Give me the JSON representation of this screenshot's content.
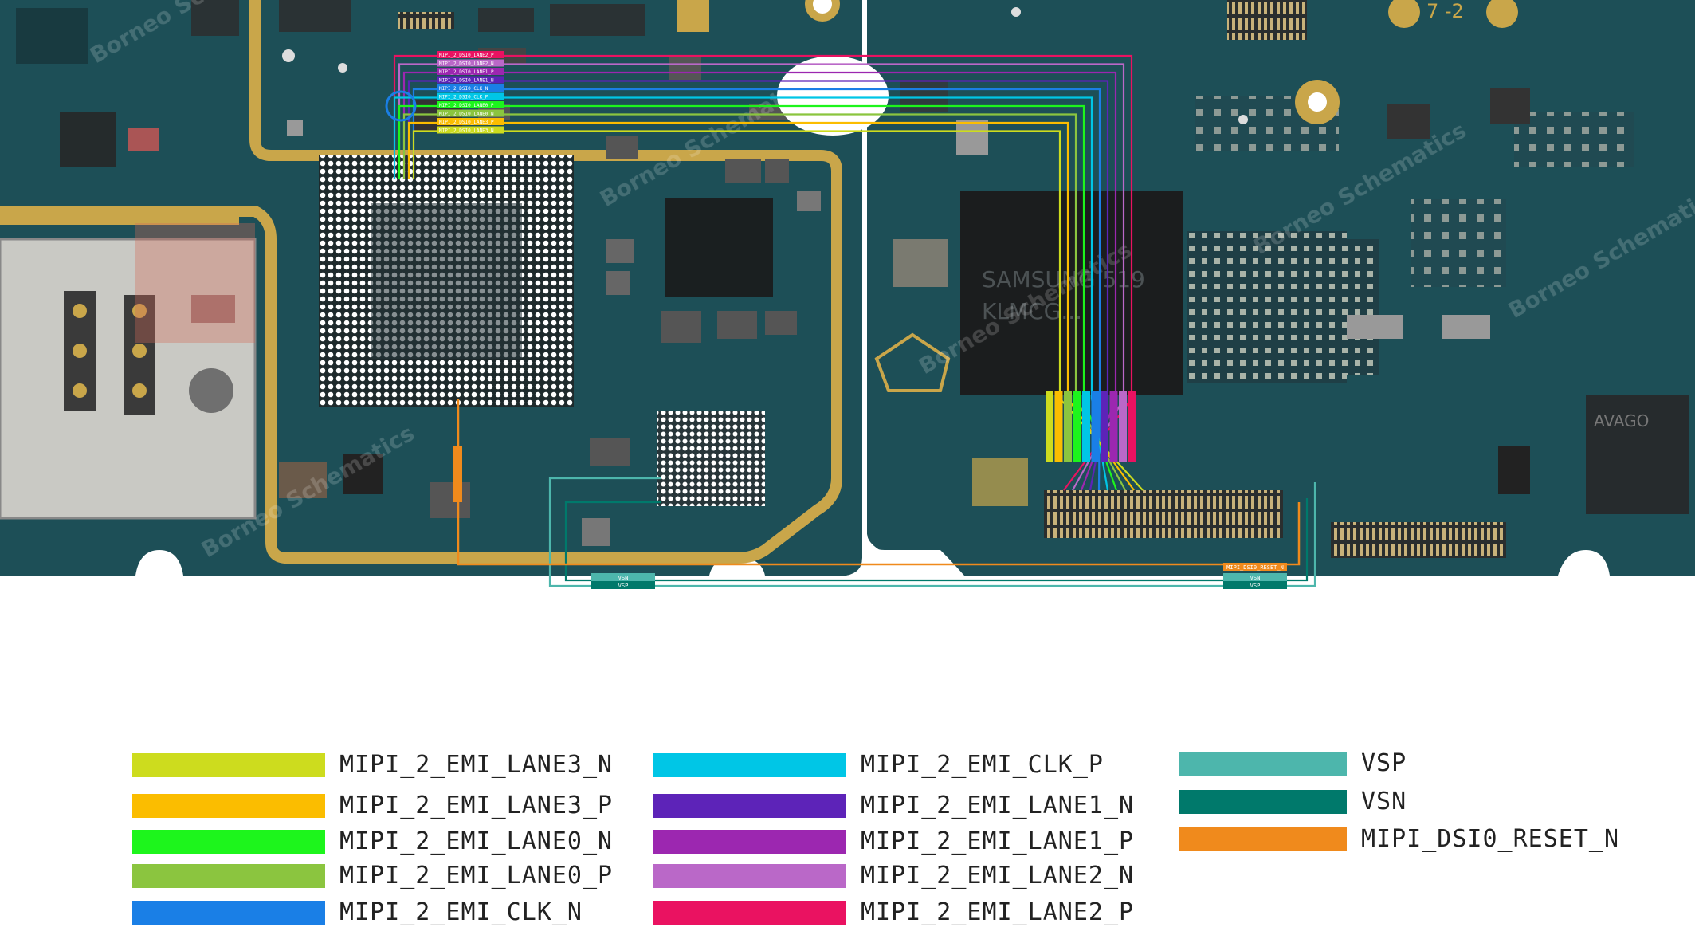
{
  "board": {
    "watermark": "Borneo Schematics",
    "emmc_marking": [
      "SAMSUNG 519",
      "KLMCG..."
    ],
    "rf_chip_marking": "AVAGO",
    "corner_text": "7 -2",
    "connector_tags": [
      "VSN",
      "VSP",
      "MIPI_DSI0_RESET_N"
    ],
    "net_tags": [
      "MIPI_2_DSI0_LANE2_P",
      "MIPI_2_DSI0_LANE2_N",
      "MIPI_2_DSI0_LANE1_P",
      "MIPI_2_DSI0_LANE1_N",
      "MIPI_2_DSI0_CLK_N",
      "MIPI_2_DSI0_CLK_P",
      "MIPI_2_DSI0_LANE0_P",
      "MIPI_2_DSI0_LANE0_N",
      "MIPI_2_DSI0_LANE3_P",
      "MIPI_2_DSI0_LANE3_N"
    ]
  },
  "legend": [
    {
      "label": "MIPI_2_EMI_LANE3_N",
      "color": "#cddc1e"
    },
    {
      "label": "MIPI_2_EMI_LANE3_P",
      "color": "#fbbd00"
    },
    {
      "label": "MIPI_2_EMI_LANE0_N",
      "color": "#1df51c"
    },
    {
      "label": "MIPI_2_EMI_LANE0_P",
      "color": "#8bc53f"
    },
    {
      "label": "MIPI_2_EMI_CLK_N",
      "color": "#1a7fe6"
    },
    {
      "label": "MIPI_2_EMI_CLK_P",
      "color": "#00c6e6"
    },
    {
      "label": "MIPI_2_EMI_LANE1_N",
      "color": "#5d23b8"
    },
    {
      "label": "MIPI_2_EMI_LANE1_P",
      "color": "#9c27b0"
    },
    {
      "label": "MIPI_2_EMI_LANE2_N",
      "color": "#ba68c8"
    },
    {
      "label": "MIPI_2_EMI_LANE2_P",
      "color": "#ea1261"
    },
    {
      "label": "VSP",
      "color": "#4db6ac"
    },
    {
      "label": "VSN",
      "color": "#00796b"
    },
    {
      "label": "MIPI_DSI0_RESET_N",
      "color": "#f08a1c"
    }
  ]
}
